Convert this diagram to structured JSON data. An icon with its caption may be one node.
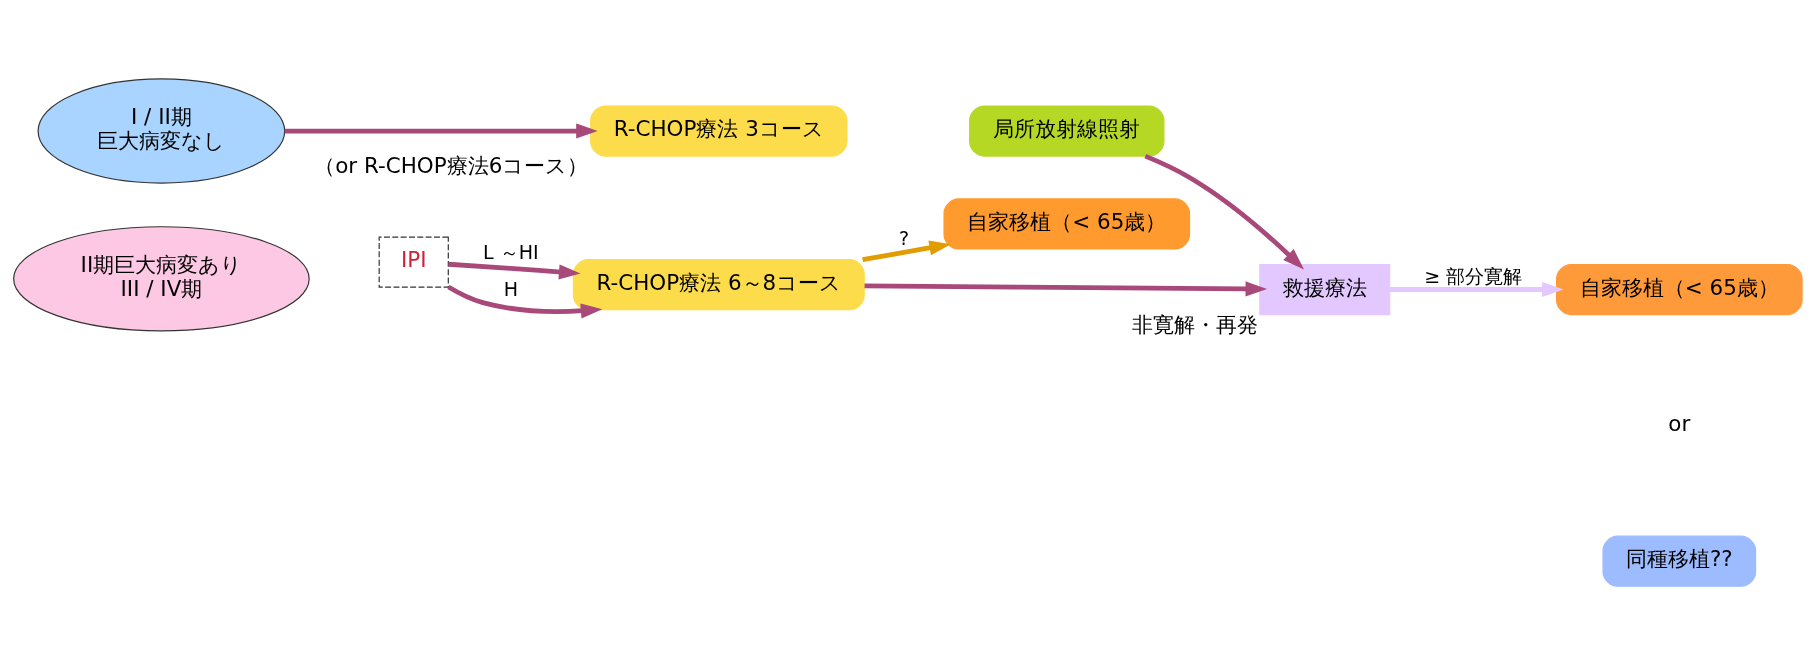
{
  "diagram": {
    "nodes": [
      {
        "text": [
          "I / II期",
          "巨大病変なし"
        ]
      },
      {
        "text": [
          "R-CHOP療法 3コース"
        ],
        "beside": [
          "（or R-CHOP療法6コース）"
        ]
      },
      {
        "text": [
          "局所放射線照射"
        ]
      },
      {
        "text": [
          "II期巨大病変あり",
          "III / IV期"
        ]
      },
      {
        "text": [
          "IPI"
        ]
      },
      {
        "text": [
          "R-CHOP療法 6～8コース"
        ]
      },
      {
        "text": [
          "自家移植（< 65歳）"
        ]
      },
      {
        "text": [
          "救援療法"
        ],
        "beside": [
          "非寛解・再発"
        ]
      },
      {
        "text": [
          "自家移植（< 65歳）"
        ]
      },
      {
        "text": [
          "同種移植??"
        ]
      }
    ],
    "edges": [
      {
        "from": 0,
        "to": 1,
        "arrow": "to"
      },
      {
        "from": 2,
        "to": 7,
        "arrow": "to"
      },
      {
        "from": 4,
        "to": 5,
        "arrow": "to",
        "label": "L ～HI"
      },
      {
        "from": 4,
        "to": 5,
        "arrow": "to",
        "label": "H"
      },
      {
        "from": 5,
        "to": 6,
        "arrow": "to",
        "label": "?",
        "color": "#e09c00"
      },
      {
        "from": 5,
        "to": 7,
        "arrow": "to"
      },
      {
        "from": 7,
        "to": 8,
        "arrow": "to",
        "label": "≥ 部分寛解",
        "color": "#e2c8ff"
      }
    ],
    "labels": [
      "or"
    ]
  }
}
